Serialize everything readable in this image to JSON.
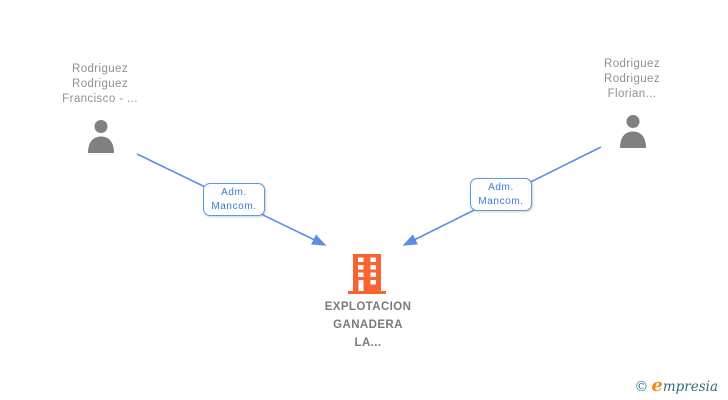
{
  "diagram": {
    "type": "org-relationship-graph",
    "background": "#ffffff",
    "nodes": {
      "person_left": {
        "label": "Rodriguez\nRodriguez\nFrancisco - ...",
        "icon": "person-icon",
        "icon_color": "#808080"
      },
      "person_right": {
        "label": "Rodriguez\nRodriguez\nFlorian...",
        "icon": "person-icon",
        "icon_color": "#808080"
      },
      "company": {
        "label": "EXPLOTACION\nGANADERA\nLA...",
        "icon": "building-icon",
        "icon_color": "#f96332"
      }
    },
    "edges": [
      {
        "from": "person_left",
        "to": "company",
        "label": "Adm.\nMancom."
      },
      {
        "from": "person_right",
        "to": "company",
        "label": "Adm.\nMancom."
      }
    ],
    "colors": {
      "edge_line": "#5c8ee6",
      "edge_box_border": "#5b9bd5",
      "edge_label_text": "#3a7bd5",
      "person_label_text": "#909090",
      "company_label_text": "#7a7a7a"
    }
  },
  "footer": {
    "copyright": "©",
    "brand_first_letter": "e",
    "brand_rest": "mpresia"
  }
}
